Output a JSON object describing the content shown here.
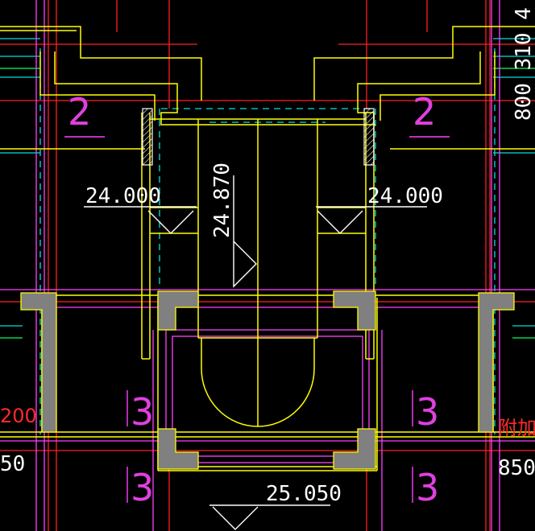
{
  "drawing": {
    "elevations": {
      "left": "24.000",
      "right": "24.000",
      "stair": "24.870",
      "bottom": "25.050"
    },
    "section_tags": {
      "upper_left": "2",
      "upper_right": "2",
      "lower_left_a": "3",
      "lower_left_b": "3",
      "lower_right_a": "3",
      "lower_right_b": "3"
    },
    "edge_labels": {
      "left_mid": "200",
      "left_low": "50",
      "right_top": "800  310  4",
      "right_low": "850",
      "right_note": "附加盘"
    },
    "colors": {
      "background": "#000000",
      "wall": "#ffff00",
      "axis": "#ff2020",
      "grid": "#00e0e0",
      "window": "#ff40ff",
      "column_fill": "#808080",
      "annotation": "#ffffff",
      "green": "#00ff66"
    }
  }
}
